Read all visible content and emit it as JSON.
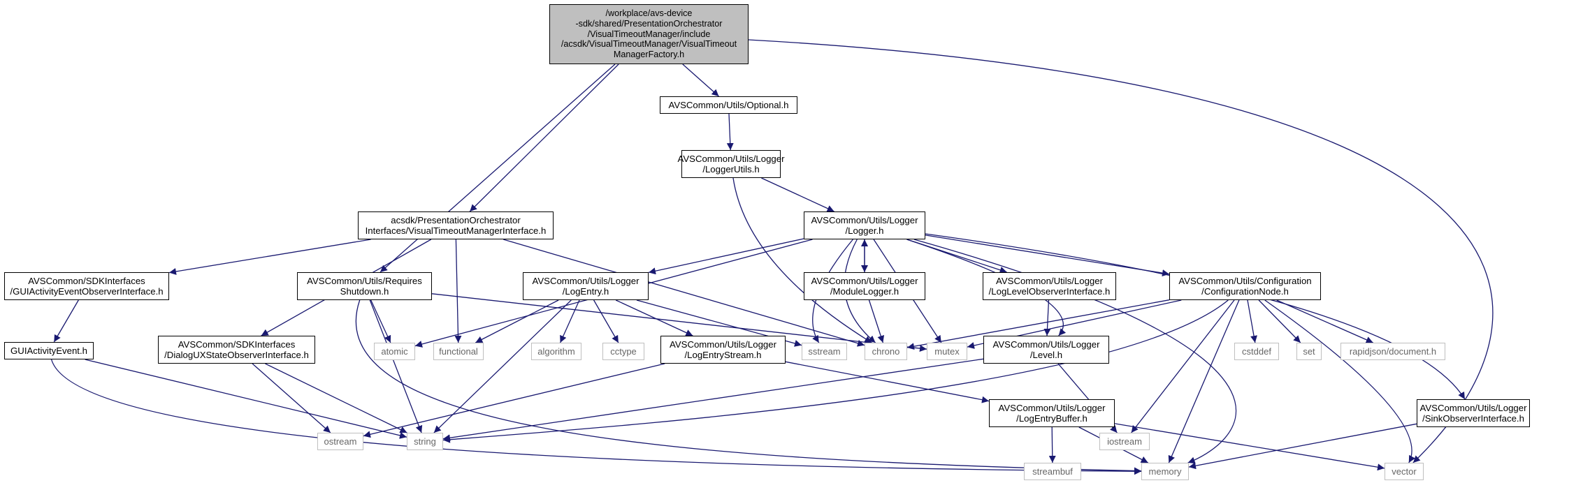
{
  "colors": {
    "edge": "#191970",
    "root_fill": "#bfbfbf",
    "node_border": "#000000",
    "system_border": "#bfbfbf",
    "system_text": "#666666"
  },
  "nodes": [
    {
      "id": "root",
      "kind": "root",
      "lines": [
        "/workplace/avs-device",
        "-sdk/shared/PresentationOrchestrator",
        "/VisualTimeoutManager/include",
        "/acsdk/VisualTimeoutManager/VisualTimeout",
        "ManagerFactory.h"
      ]
    },
    {
      "id": "optional",
      "kind": "file",
      "lines": [
        "AVSCommon/Utils/Optional.h"
      ]
    },
    {
      "id": "loggerutils",
      "kind": "file",
      "lines": [
        "AVSCommon/Utils/Logger",
        "/LoggerUtils.h"
      ]
    },
    {
      "id": "logger",
      "kind": "file",
      "lines": [
        "AVSCommon/Utils/Logger",
        "/Logger.h"
      ]
    },
    {
      "id": "vtmi",
      "kind": "file",
      "lines": [
        "acsdk/PresentationOrchestrator",
        "Interfaces/VisualTimeoutManagerInterface.h"
      ]
    },
    {
      "id": "guiobs",
      "kind": "file",
      "lines": [
        "AVSCommon/SDKInterfaces",
        "/GUIActivityEventObserverInterface.h"
      ]
    },
    {
      "id": "reqshut",
      "kind": "file",
      "lines": [
        "AVSCommon/Utils/Requires",
        "Shutdown.h"
      ]
    },
    {
      "id": "logentry",
      "kind": "file",
      "lines": [
        "AVSCommon/Utils/Logger",
        "/LogEntry.h"
      ]
    },
    {
      "id": "modlogger",
      "kind": "file",
      "lines": [
        "AVSCommon/Utils/Logger",
        "/ModuleLogger.h"
      ]
    },
    {
      "id": "loglevelobs",
      "kind": "file",
      "lines": [
        "AVSCommon/Utils/Logger",
        "/LogLevelObserverInterface.h"
      ]
    },
    {
      "id": "confnode",
      "kind": "file",
      "lines": [
        "AVSCommon/Utils/Configuration",
        "/ConfigurationNode.h"
      ]
    },
    {
      "id": "guievent",
      "kind": "file",
      "lines": [
        "GUIActivityEvent.h"
      ]
    },
    {
      "id": "dialogux",
      "kind": "file",
      "lines": [
        "AVSCommon/SDKInterfaces",
        "/DialogUXStateObserverInterface.h"
      ]
    },
    {
      "id": "logentrystream",
      "kind": "file",
      "lines": [
        "AVSCommon/Utils/Logger",
        "/LogEntryStream.h"
      ]
    },
    {
      "id": "level",
      "kind": "file",
      "lines": [
        "AVSCommon/Utils/Logger",
        "/Level.h"
      ]
    },
    {
      "id": "logentrybuffer",
      "kind": "file",
      "lines": [
        "AVSCommon/Utils/Logger",
        "/LogEntryBuffer.h"
      ]
    },
    {
      "id": "sinkobs",
      "kind": "file",
      "lines": [
        "AVSCommon/Utils/Logger",
        "/SinkObserverInterface.h"
      ]
    },
    {
      "id": "atomic",
      "kind": "system",
      "lines": [
        "atomic"
      ]
    },
    {
      "id": "functional",
      "kind": "system",
      "lines": [
        "functional"
      ]
    },
    {
      "id": "algorithm",
      "kind": "system",
      "lines": [
        "algorithm"
      ]
    },
    {
      "id": "cctype",
      "kind": "system",
      "lines": [
        "cctype"
      ]
    },
    {
      "id": "sstream",
      "kind": "system",
      "lines": [
        "sstream"
      ]
    },
    {
      "id": "chrono",
      "kind": "system",
      "lines": [
        "chrono"
      ]
    },
    {
      "id": "mutex",
      "kind": "system",
      "lines": [
        "mutex"
      ]
    },
    {
      "id": "cstddef",
      "kind": "system",
      "lines": [
        "cstddef"
      ]
    },
    {
      "id": "set",
      "kind": "system",
      "lines": [
        "set"
      ]
    },
    {
      "id": "rapidjson",
      "kind": "system",
      "lines": [
        "rapidjson/document.h"
      ]
    },
    {
      "id": "ostream",
      "kind": "system",
      "lines": [
        "ostream"
      ]
    },
    {
      "id": "string",
      "kind": "system",
      "lines": [
        "string"
      ]
    },
    {
      "id": "iostream",
      "kind": "system",
      "lines": [
        "iostream"
      ]
    },
    {
      "id": "streambuf",
      "kind": "system",
      "lines": [
        "streambuf"
      ]
    },
    {
      "id": "memory",
      "kind": "system",
      "lines": [
        "memory"
      ]
    },
    {
      "id": "vector",
      "kind": "system",
      "lines": [
        "vector"
      ]
    }
  ],
  "edges": [
    {
      "from": "root",
      "to": "optional"
    },
    {
      "from": "root",
      "to": "vtmi"
    },
    {
      "from": "root",
      "to": "reqshut"
    },
    {
      "from": "root",
      "to": "vector"
    },
    {
      "from": "optional",
      "to": "loggerutils"
    },
    {
      "from": "loggerutils",
      "to": "logger"
    },
    {
      "from": "loggerutils",
      "to": "chrono"
    },
    {
      "from": "vtmi",
      "to": "guiobs"
    },
    {
      "from": "vtmi",
      "to": "dialogux"
    },
    {
      "from": "vtmi",
      "to": "functional"
    },
    {
      "from": "vtmi",
      "to": "chrono"
    },
    {
      "from": "guiobs",
      "to": "guievent"
    },
    {
      "from": "guievent",
      "to": "string"
    },
    {
      "from": "guievent",
      "to": "memory"
    },
    {
      "from": "reqshut",
      "to": "atomic"
    },
    {
      "from": "reqshut",
      "to": "string"
    },
    {
      "from": "reqshut",
      "to": "memory"
    },
    {
      "from": "reqshut",
      "to": "mutex"
    },
    {
      "from": "dialogux",
      "to": "ostream"
    },
    {
      "from": "dialogux",
      "to": "string"
    },
    {
      "from": "logger",
      "to": "atomic"
    },
    {
      "from": "logger",
      "to": "logentry"
    },
    {
      "from": "logger",
      "to": "modlogger"
    },
    {
      "from": "logger",
      "to": "sstream"
    },
    {
      "from": "logger",
      "to": "chrono"
    },
    {
      "from": "logger",
      "to": "mutex"
    },
    {
      "from": "logger",
      "to": "loglevelobs"
    },
    {
      "from": "logger",
      "to": "level"
    },
    {
      "from": "logger",
      "to": "confnode"
    },
    {
      "from": "logger",
      "to": "sinkobs"
    },
    {
      "from": "logger",
      "to": "memory"
    },
    {
      "from": "modlogger",
      "to": "logger"
    },
    {
      "from": "modlogger",
      "to": "chrono"
    },
    {
      "from": "logentry",
      "to": "functional"
    },
    {
      "from": "logentry",
      "to": "algorithm"
    },
    {
      "from": "logentry",
      "to": "cctype"
    },
    {
      "from": "logentry",
      "to": "sstream"
    },
    {
      "from": "logentry",
      "to": "string"
    },
    {
      "from": "logentry",
      "to": "logentrystream"
    },
    {
      "from": "logentrystream",
      "to": "ostream"
    },
    {
      "from": "logentrystream",
      "to": "logentrybuffer"
    },
    {
      "from": "logentrybuffer",
      "to": "streambuf"
    },
    {
      "from": "logentrybuffer",
      "to": "memory"
    },
    {
      "from": "logentrybuffer",
      "to": "vector"
    },
    {
      "from": "loglevelobs",
      "to": "level"
    },
    {
      "from": "level",
      "to": "string"
    },
    {
      "from": "level",
      "to": "iostream"
    },
    {
      "from": "confnode",
      "to": "chrono"
    },
    {
      "from": "confnode",
      "to": "mutex"
    },
    {
      "from": "confnode",
      "to": "string"
    },
    {
      "from": "confnode",
      "to": "iostream"
    },
    {
      "from": "confnode",
      "to": "memory"
    },
    {
      "from": "confnode",
      "to": "cstddef"
    },
    {
      "from": "confnode",
      "to": "set"
    },
    {
      "from": "confnode",
      "to": "rapidjson"
    },
    {
      "from": "confnode",
      "to": "vector"
    },
    {
      "from": "sinkobs",
      "to": "memory"
    }
  ]
}
